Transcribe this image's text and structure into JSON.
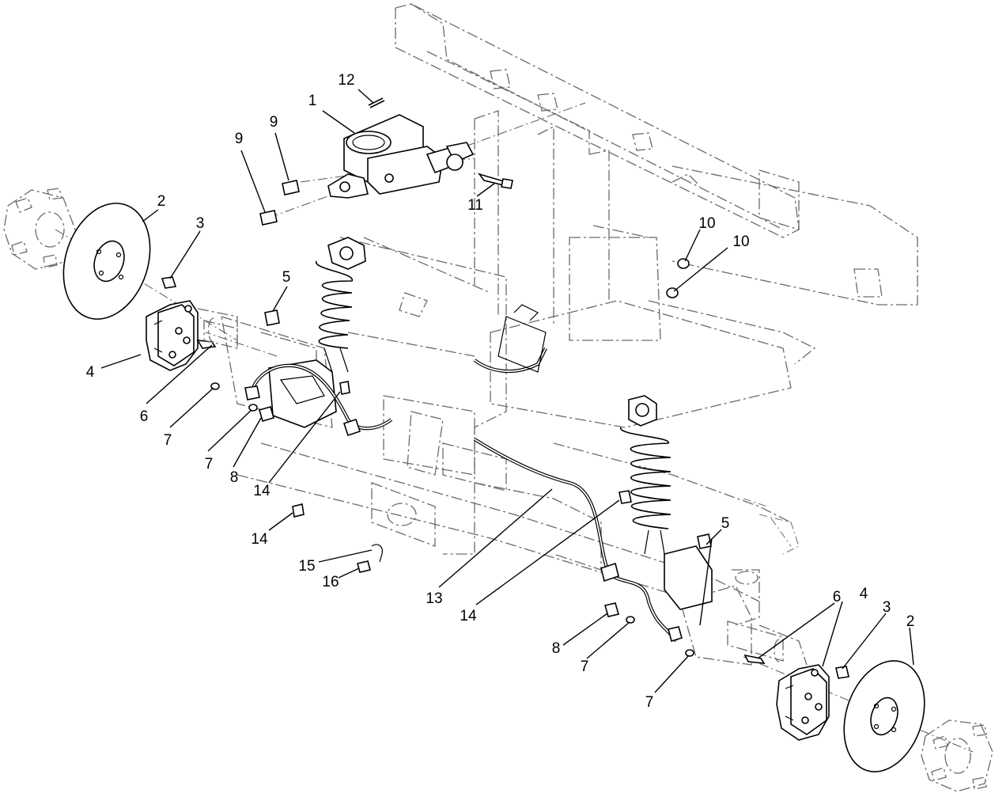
{
  "callouts": [
    {
      "id": "c1",
      "text": "1"
    },
    {
      "id": "c12",
      "text": "12"
    },
    {
      "id": "c9a",
      "text": "9"
    },
    {
      "id": "c9b",
      "text": "9"
    },
    {
      "id": "c11",
      "text": "11"
    },
    {
      "id": "c2a",
      "text": "2"
    },
    {
      "id": "c3a",
      "text": "3"
    },
    {
      "id": "c5a",
      "text": "5"
    },
    {
      "id": "c4a",
      "text": "4"
    },
    {
      "id": "c6a",
      "text": "6"
    },
    {
      "id": "c7a",
      "text": "7"
    },
    {
      "id": "c7b",
      "text": "7"
    },
    {
      "id": "c8a",
      "text": "8"
    },
    {
      "id": "c14a",
      "text": "14"
    },
    {
      "id": "c14b",
      "text": "14"
    },
    {
      "id": "c15",
      "text": "15"
    },
    {
      "id": "c16",
      "text": "16"
    },
    {
      "id": "c13",
      "text": "13"
    },
    {
      "id": "c14c",
      "text": "14"
    },
    {
      "id": "c10a",
      "text": "10"
    },
    {
      "id": "c10b",
      "text": "10"
    },
    {
      "id": "c5b",
      "text": "5"
    },
    {
      "id": "c6b",
      "text": "6"
    },
    {
      "id": "c4b",
      "text": "4"
    },
    {
      "id": "c3b",
      "text": "3"
    },
    {
      "id": "c2b",
      "text": "2"
    },
    {
      "id": "c8b",
      "text": "8"
    },
    {
      "id": "c7c",
      "text": "7"
    },
    {
      "id": "c7d",
      "text": "7"
    }
  ]
}
